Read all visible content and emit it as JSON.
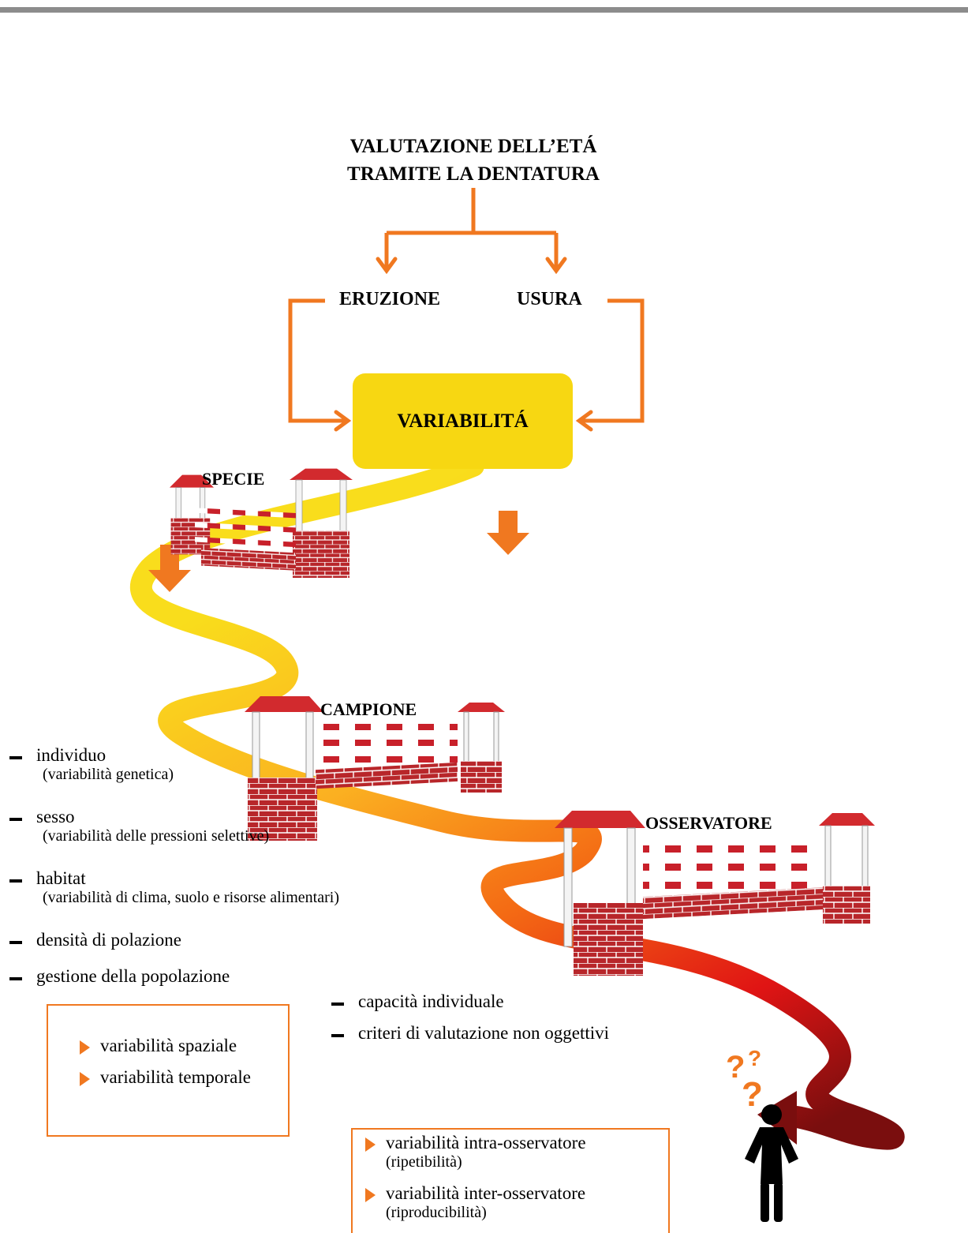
{
  "title_line1": "VALUTAZIONE DELL’ETÁ",
  "title_line2": "TRAMITE LA DENTATURA",
  "eruzione": "ERUZIONE",
  "usura": "USURA",
  "variabilita": "VARIABILITÁ",
  "obstacles": {
    "specie": "SPECIE",
    "campione": "CAMPIONE",
    "osservatore": "OSSERVATORE"
  },
  "left_list": [
    {
      "main": "individuo",
      "sub": "(variabilità genetica)"
    },
    {
      "main": "sesso",
      "sub": "(variabilità delle pressioni selettive)"
    },
    {
      "main": "habitat",
      "sub": "(variabilità di clima, suolo e risorse  alimentari)"
    },
    {
      "main": "densità di polazione"
    },
    {
      "main": "gestione della popolazione"
    }
  ],
  "left_result": [
    "variabilità spaziale",
    "variabilità temporale"
  ],
  "right_list": [
    "capacità individuale",
    "criteri di valutazione non oggettivi"
  ],
  "right_result": [
    {
      "main": "variabilità intra-osservatore",
      "sub": "(ripetibilità)"
    },
    {
      "main": "variabilità inter-osservatore",
      "sub": "(riproducibilità)"
    }
  ],
  "question_marks": "?",
  "colors": {
    "arrow": "#f07820",
    "box": "#f7d712",
    "road_start": "#f9d71c",
    "road_end": "#7a0e0e"
  }
}
